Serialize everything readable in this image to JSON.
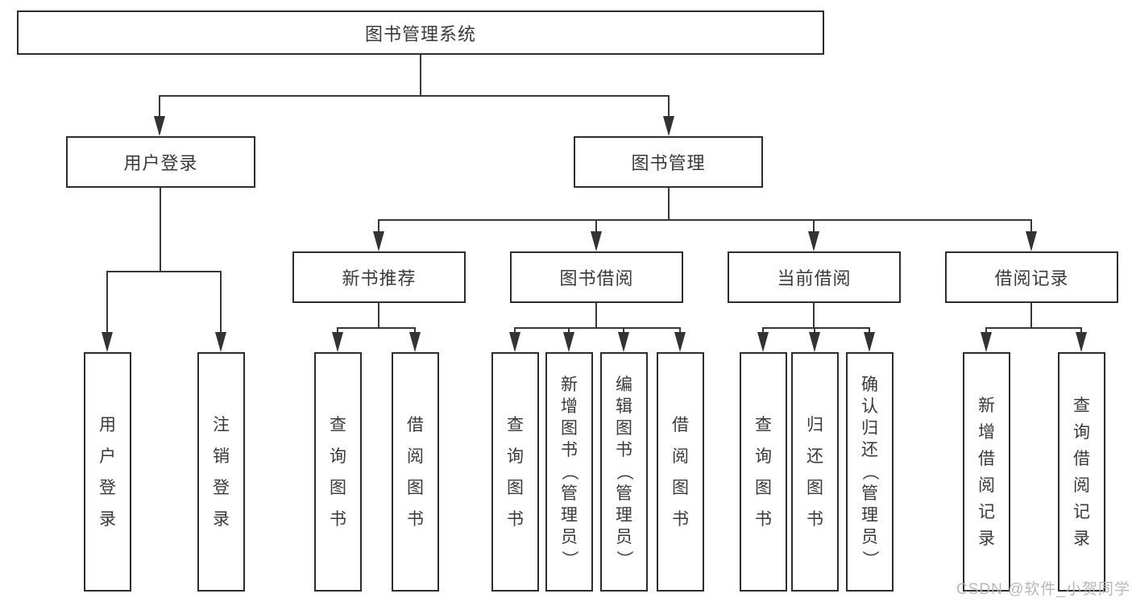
{
  "diagram": {
    "root": {
      "label": "图书管理系统"
    },
    "branches": {
      "user_login": {
        "label": "用户登录"
      },
      "book_mgmt": {
        "label": "图书管理"
      }
    },
    "modules": {
      "new_book": {
        "label": "新书推荐"
      },
      "borrowing": {
        "label": "图书借阅"
      },
      "current": {
        "label": "当前借阅"
      },
      "records": {
        "label": "借阅记录"
      }
    },
    "leaves": {
      "user_login_leaf": {
        "label": "用户登录"
      },
      "logout": {
        "label": "注销登录"
      },
      "nb_query": {
        "label": "查询图书"
      },
      "nb_borrow": {
        "label": "借阅图书"
      },
      "bw_query": {
        "label": "查询图书"
      },
      "bw_add": {
        "label": "新增图书（管理员）"
      },
      "bw_edit": {
        "label": "编辑图书（管理员）"
      },
      "bw_borrow": {
        "label": "借阅图书"
      },
      "cur_query": {
        "label": "查询图书"
      },
      "cur_return": {
        "label": "归还图书"
      },
      "cur_confirm": {
        "label": "确认归还（管理员）"
      },
      "rec_add": {
        "label": "新增借阅记录"
      },
      "rec_query": {
        "label": "查询借阅记录"
      }
    }
  },
  "watermark": {
    "text": "CSDN @软件_小贺同学"
  },
  "colors": {
    "box_border": "#2d2d2d",
    "line": "#383838",
    "text": "#3a3a3a",
    "watermark": "#b3b3b3",
    "background": "#ffffff"
  }
}
